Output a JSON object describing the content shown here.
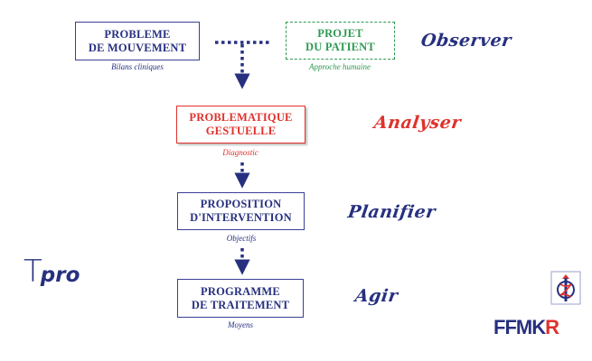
{
  "nodes": {
    "probleme": {
      "label": "PROBLEME\nDE MOUVEMENT",
      "sub": "Bilans cliniques"
    },
    "projet": {
      "label": "PROJET\nDU PATIENT",
      "sub": "Approche humaine"
    },
    "problematique": {
      "label": "PROBLEMATIQUE\nGESTUELLE",
      "sub": "Diagnostic"
    },
    "proposition": {
      "label": "PROPOSITION\nD'INTERVENTION",
      "sub": "Objectifs"
    },
    "programme": {
      "label": "PROGRAMME\nDE TRAITEMENT",
      "sub": "Moyens"
    }
  },
  "steps": {
    "observer": "Observer",
    "analyser": "Analyser",
    "planifier": "Planifier",
    "agir": "Agir"
  },
  "brand": {
    "tpro_t": "T",
    "tpro_rest": "pro",
    "logo_main": "FFMK",
    "logo_r": "R"
  },
  "colors": {
    "navy": "#27307f",
    "red": "#e0312b",
    "green": "#2e9a52"
  }
}
